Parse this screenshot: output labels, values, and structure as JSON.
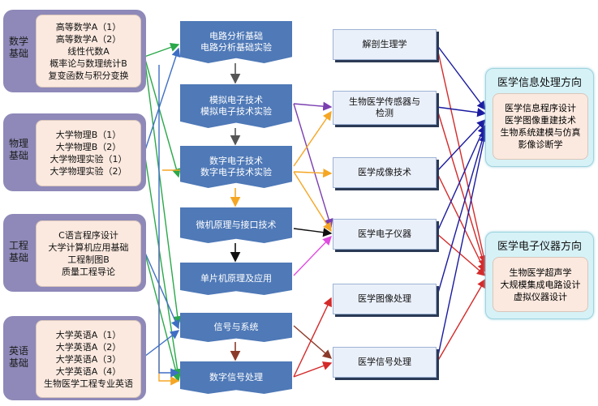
{
  "groups": [
    {
      "label": "数学基础",
      "courses": [
        "高等数学A（1）",
        "高等数学A（2）",
        "线性代数A",
        "概率论与数理统计B",
        "复变函数与积分变换"
      ]
    },
    {
      "label": "物理基础",
      "courses": [
        "大学物理B（1）",
        "大学物理B（2）",
        "大学物理实验（1）",
        "大学物理实验（2）"
      ]
    },
    {
      "label": "工程基础",
      "courses": [
        "C语言程序设计",
        "大学计算机应用基础",
        "工程制图B",
        "质量工程导论"
      ]
    },
    {
      "label": "英语基础",
      "courses": [
        "大学英语A（1）",
        "大学英语A（2）",
        "大学英语A（3）",
        "大学英语A（4）",
        "生物医学工程专业英语"
      ]
    }
  ],
  "middle": [
    {
      "lines": [
        "电路分析基础",
        "电路分析基础实验"
      ]
    },
    {
      "lines": [
        "模拟电子技术",
        "模拟电子技术实验"
      ]
    },
    {
      "lines": [
        "数字电子技术",
        "数字电子技术实验"
      ]
    },
    {
      "lines": [
        "微机原理与接口技术"
      ]
    },
    {
      "lines": [
        "单片机原理及应用"
      ]
    },
    {
      "lines": [
        "信号与系统"
      ]
    },
    {
      "lines": [
        "数字信号处理"
      ]
    }
  ],
  "right": [
    {
      "lines": [
        "解剖生理学"
      ]
    },
    {
      "lines": [
        "生物医学传感器与",
        "检测"
      ]
    },
    {
      "lines": [
        "医学成像技术"
      ]
    },
    {
      "lines": [
        "医学电子仪器"
      ]
    },
    {
      "lines": [
        "医学图像处理"
      ]
    },
    {
      "lines": [
        "医学信号处理"
      ]
    }
  ],
  "directions": [
    {
      "title": "医学信息处理方向",
      "courses": [
        "医学信息程序设计",
        "医学图像重建技术",
        "生物系统建模与仿真",
        "影像诊断学"
      ]
    },
    {
      "title": "医学电子仪器方向",
      "courses": [
        "生物医学超声学",
        "大规模集成电路设计",
        "虚拟仪器设计"
      ]
    }
  ],
  "colors": {
    "group_bg": "#8e89b8",
    "course_box": "#fbe9df",
    "ribbon": "#4f79b7",
    "direction_bg": "#d6f2f7",
    "arrow_green": "#2aa84a",
    "arrow_blue": "#3f6fc4",
    "arrow_orange": "#f5a623",
    "arrow_purple": "#7b3fb0",
    "arrow_red": "#d42a2a",
    "arrow_magenta": "#e04be0",
    "arrow_gray": "#555555",
    "arrow_brown": "#8b3a2a",
    "arrow_navy": "#1a1aa0"
  }
}
